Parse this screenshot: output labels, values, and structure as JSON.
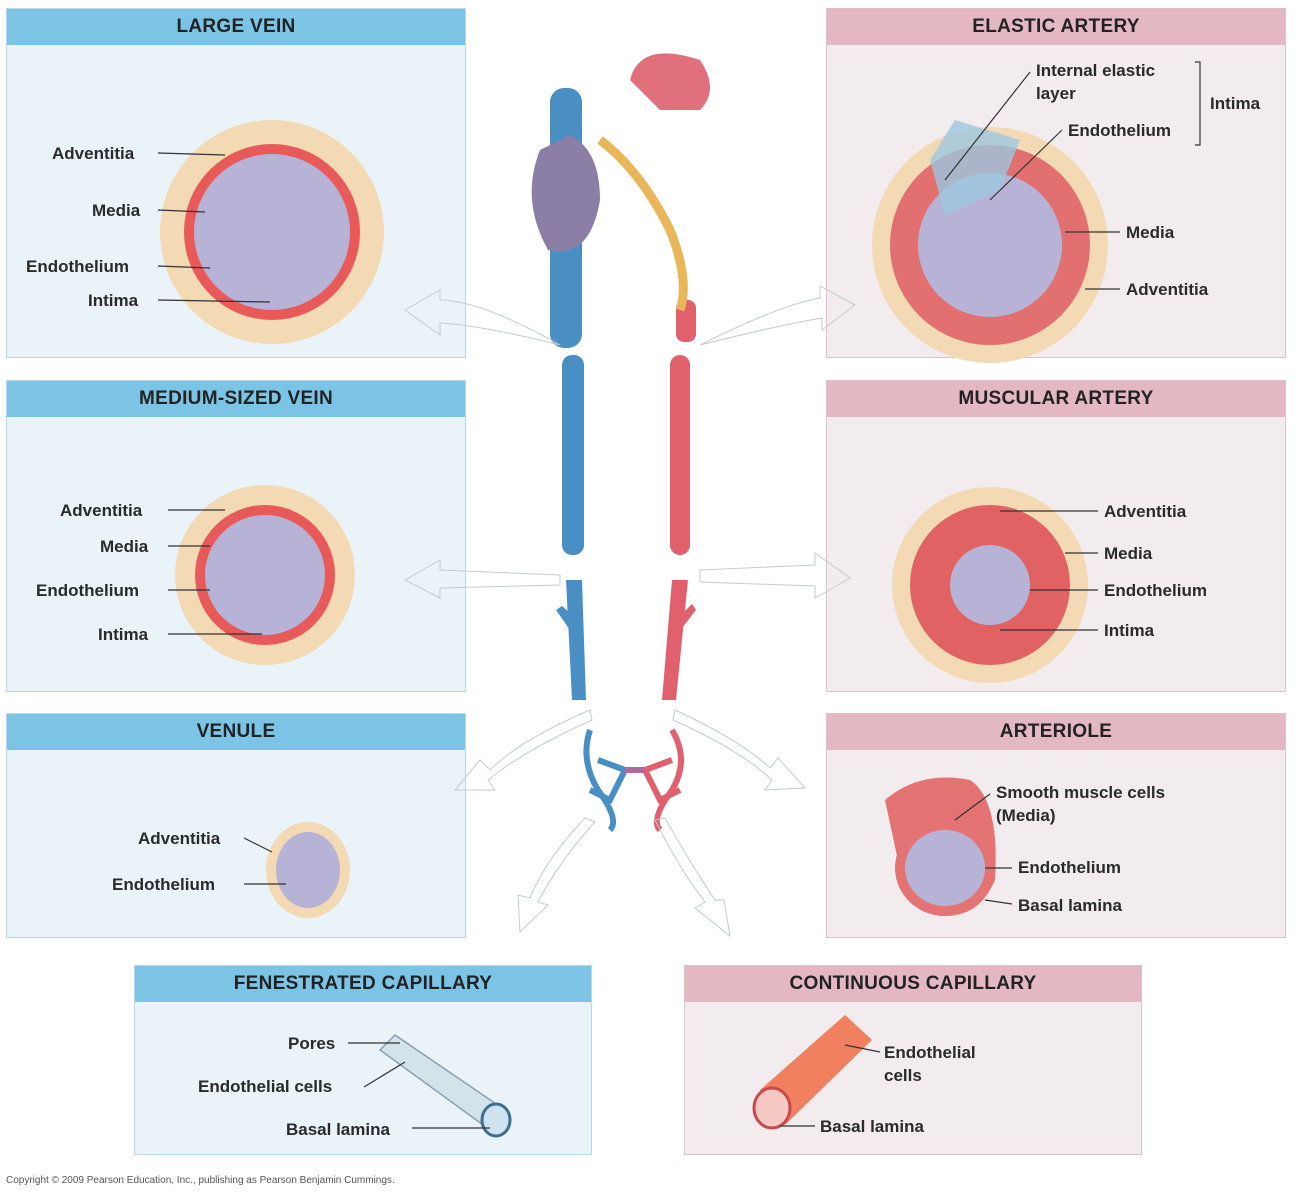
{
  "panels": {
    "large_vein": {
      "title": "LARGE VEIN",
      "labels": [
        "Adventitia",
        "Media",
        "Endothelium",
        "Intima"
      ]
    },
    "medium_vein": {
      "title": "MEDIUM-SIZED VEIN",
      "labels": [
        "Adventitia",
        "Media",
        "Endothelium",
        "Intima"
      ]
    },
    "venule": {
      "title": "VENULE",
      "labels": [
        "Adventitia",
        "Endothelium"
      ]
    },
    "elastic_artery": {
      "title": "ELASTIC ARTERY",
      "labels": [
        "Internal elastic",
        "layer",
        "Endothelium",
        "Intima",
        "Media",
        "Adventitia"
      ]
    },
    "muscular_artery": {
      "title": "MUSCULAR ARTERY",
      "labels": [
        "Adventitia",
        "Media",
        "Endothelium",
        "Intima"
      ]
    },
    "arteriole": {
      "title": "ARTERIOLE",
      "labels": [
        "Smooth muscle cells",
        "(Media)",
        "Endothelium",
        "Basal lamina"
      ]
    },
    "fenestrated_capillary": {
      "title": "FENESTRATED CAPILLARY",
      "labels": [
        "Pores",
        "Endothelial cells",
        "Basal lamina"
      ]
    },
    "continuous_capillary": {
      "title": "CONTINUOUS CAPILLARY",
      "labels": [
        "Endothelial",
        "cells",
        "Basal lamina"
      ]
    }
  },
  "copyright": "Copyright © 2009 Pearson Education, Inc., publishing as Pearson Benjamin Cummings.",
  "colors": {
    "vein_header": "#7cc4e6",
    "vein_panel": "#e9f3f8",
    "artery_header": "#e4b8c3",
    "artery_panel": "#f3ecee",
    "vein_vessel": "#4a8fc4",
    "artery_vessel": "#e0606e",
    "adventitia": "#e8b47c",
    "media": "#e86a6a",
    "lumen_vein": "#2f6f95",
    "lumen_artery": "#c8384c"
  }
}
